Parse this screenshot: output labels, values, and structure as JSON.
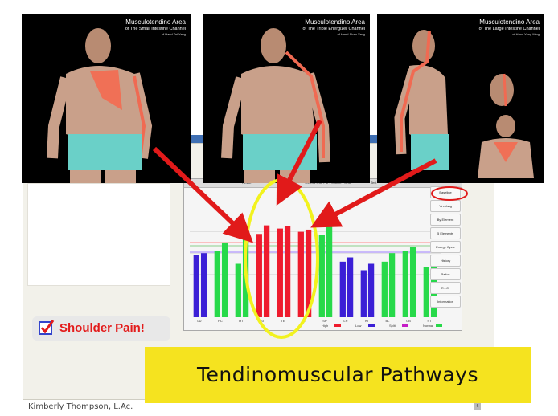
{
  "photos": [
    {
      "title": "Musculotendino Area",
      "subtitle": "of The Small Intestine Channel",
      "note": "of Hand Tai Yang"
    },
    {
      "title": "Musculotendino Area",
      "subtitle": "of The Triple Energizer Channel",
      "note": "of Hand Shao Yang"
    },
    {
      "title": "Musculotendino Area",
      "subtitle": "of The Large Intestine Channel",
      "note": "of Hand Yang Ming"
    }
  ],
  "chart_toolbar": {
    "left": "Result",
    "center": "7/20/14 4:56 PM - Source Points",
    "right": "Test"
  },
  "side_buttons": [
    "Baseline",
    "Yin-Yang",
    "By Element",
    "5 Elements",
    "Energy Cycle",
    "History",
    "Ratios",
    "R.I.C.",
    "Information"
  ],
  "legend": [
    "High",
    "Low",
    "Split",
    "Normal"
  ],
  "colors": {
    "red": "#ee1b2d",
    "blue": "#3b1fd6",
    "green": "#27d94a",
    "magenta": "#c51bc6",
    "highlight": "#f2f21e",
    "arrow": "#e11a1a",
    "banner": "#f5e31f"
  },
  "chart_data": {
    "type": "bar",
    "categories": [
      "LU",
      "PC",
      "HT",
      "SI",
      "TE",
      "LI",
      "SP",
      "LR",
      "KI",
      "BL",
      "GB",
      "ST"
    ],
    "series": [
      {
        "values": [
          58,
          62,
          50,
          78,
          83,
          80,
          77,
          52,
          44,
          52,
          62,
          47
        ]
      },
      {
        "values": [
          60,
          70,
          82,
          86,
          85,
          82,
          88,
          56,
          50,
          60,
          66,
          52
        ]
      }
    ],
    "ylim": [
      0,
      100
    ]
  },
  "badge": {
    "label": "Shoulder Pain!"
  },
  "banner": {
    "text": "Tendinomuscular Pathways"
  },
  "footer": {
    "author": "Kimberly Thompson, L.Ac.",
    "page": "6"
  }
}
